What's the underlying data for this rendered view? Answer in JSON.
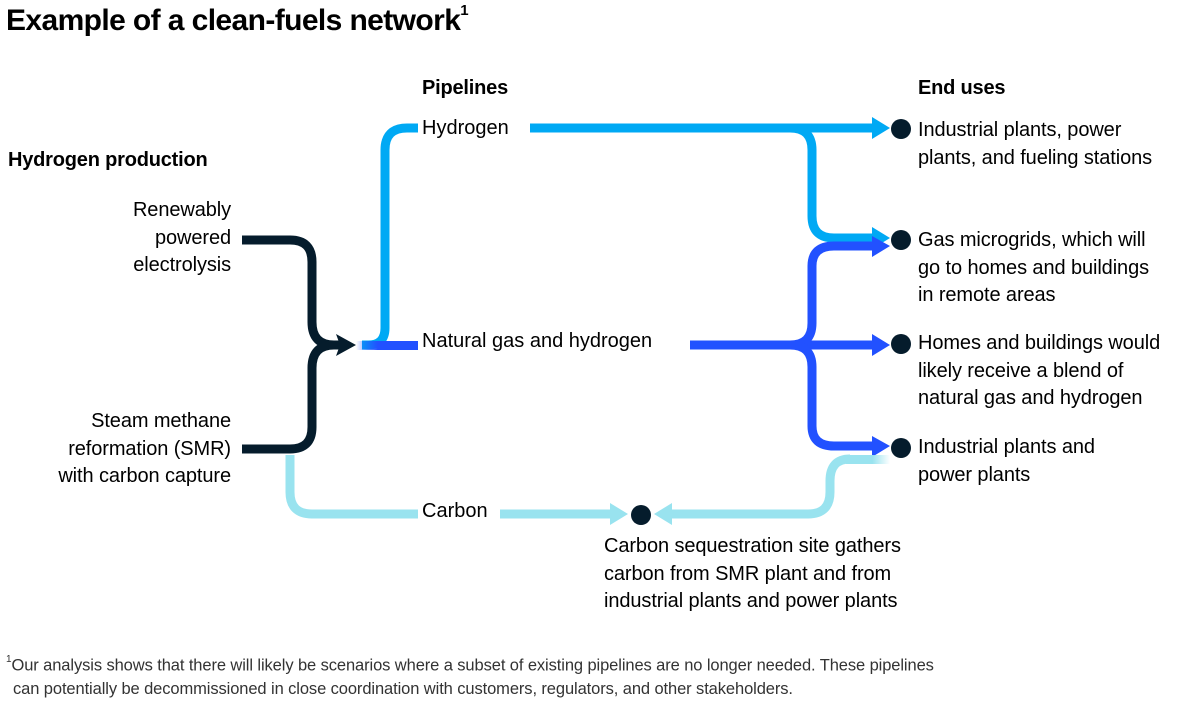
{
  "title": "Example of a clean-fuels network",
  "title_footnote_marker": "1",
  "headers": {
    "production": "Hydrogen production",
    "pipelines": "Pipelines",
    "end_uses": "End uses"
  },
  "production": [
    {
      "id": "electrolysis",
      "lines": [
        "Renewably",
        "powered",
        "electrolysis"
      ]
    },
    {
      "id": "smr",
      "lines": [
        "Steam methane",
        "reformation (SMR)",
        "with carbon capture"
      ]
    }
  ],
  "pipelines": [
    {
      "id": "hydrogen",
      "label": "Hydrogen",
      "color": "#00a9f4"
    },
    {
      "id": "blend",
      "label": "Natural gas and hydrogen",
      "color": "#2251ff"
    },
    {
      "id": "carbon",
      "label": "Carbon",
      "color": "#99e3ef"
    }
  ],
  "end_uses": [
    {
      "id": "industrial-fueling",
      "lines": [
        "Industrial plants, power",
        "plants, and fueling stations"
      ]
    },
    {
      "id": "microgrids",
      "lines": [
        "Gas microgrids, which will",
        "go to homes and buildings",
        "in remote areas"
      ]
    },
    {
      "id": "homes",
      "lines": [
        "Homes and buildings would",
        "likely receive a blend of",
        "natural gas and hydrogen"
      ]
    },
    {
      "id": "industrial-power",
      "lines": [
        "Industrial plants and",
        "power plants"
      ]
    }
  ],
  "sequestration": {
    "lines": [
      "Carbon sequestration site gathers",
      "carbon from SMR plant and from",
      "industrial plants and power plants"
    ]
  },
  "colors": {
    "production_line": "#051c2c",
    "node": "#051c2c"
  },
  "footnote": {
    "marker": "1",
    "lines": [
      "Our analysis shows that there will likely be scenarios where a subset of existing pipelines are no longer needed. These pipelines",
      "can potentially be decommissioned in close coordination with customers, regulators, and other stakeholders."
    ]
  }
}
